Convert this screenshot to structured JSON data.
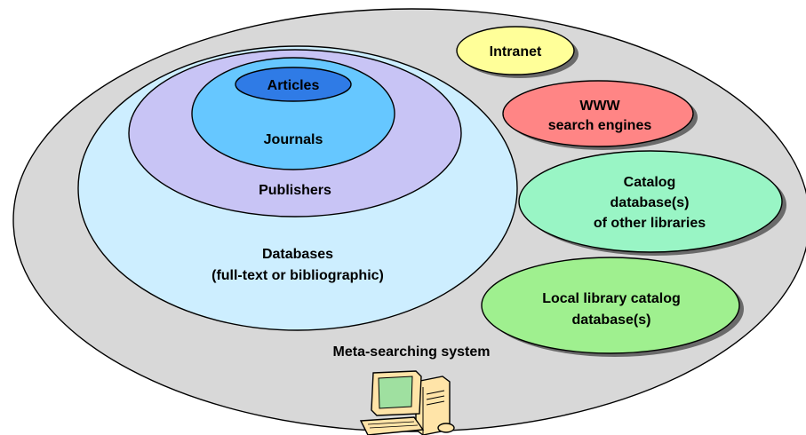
{
  "colors": {
    "meta_system": "#d8d8d8",
    "databases": "#cdeeff",
    "publishers": "#c8c4f5",
    "journals": "#66c7ff",
    "articles": "#2f7be6",
    "intranet": "#ffff99",
    "www": "#ff8585",
    "catalog_other": "#99f5c5",
    "local_catalog": "#9ff08f",
    "shadow": "#6a6a6a",
    "computer_body": "#ffe4a8",
    "computer_screen": "#9fe0a0"
  },
  "labels": {
    "meta_system": "Meta-searching system",
    "databases": [
      "Databases",
      "(full-text or bibliographic)"
    ],
    "publishers": "Publishers",
    "journals": "Journals",
    "articles": "Articles",
    "intranet": "Intranet",
    "www": [
      "WWW",
      "search engines"
    ],
    "catalog_other": [
      "Catalog",
      "database(s)",
      "of other libraries"
    ],
    "local_catalog": [
      "Local library catalog",
      "database(s)"
    ]
  },
  "icons": {
    "computer": "desktop-computer-icon"
  }
}
